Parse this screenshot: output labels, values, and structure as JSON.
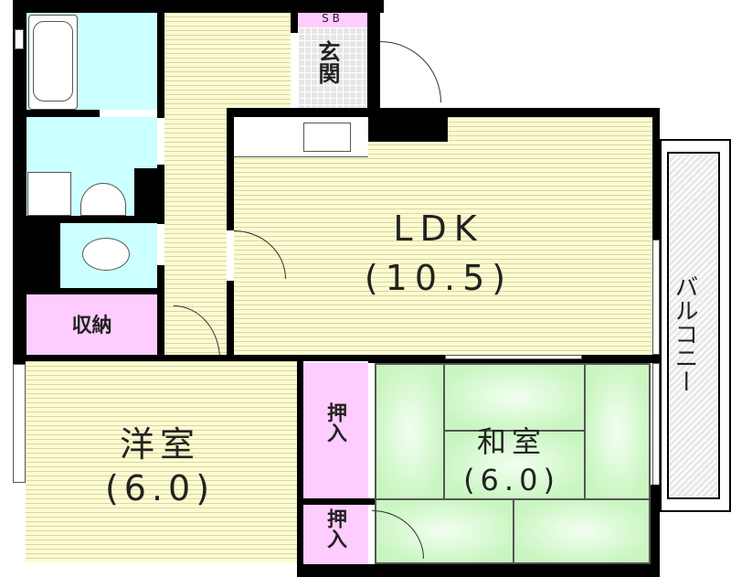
{
  "rooms": {
    "ldk": {
      "name": "LDK",
      "size": "(10.5)"
    },
    "western": {
      "name": "洋室",
      "size": "(6.0)"
    },
    "japanese": {
      "name": "和室",
      "size": "(6.0)"
    },
    "entrance": "玄関",
    "shoe_box": "SB",
    "storage": "収納",
    "closet_1": "押入",
    "closet_2": "押入",
    "balcony": "バルコニー"
  },
  "colors": {
    "wet_area": "#ccffff",
    "flooring": "#fdfbd0",
    "storage": "#ffccff",
    "tatami": "#c8f5c0",
    "wall": "#000000"
  }
}
